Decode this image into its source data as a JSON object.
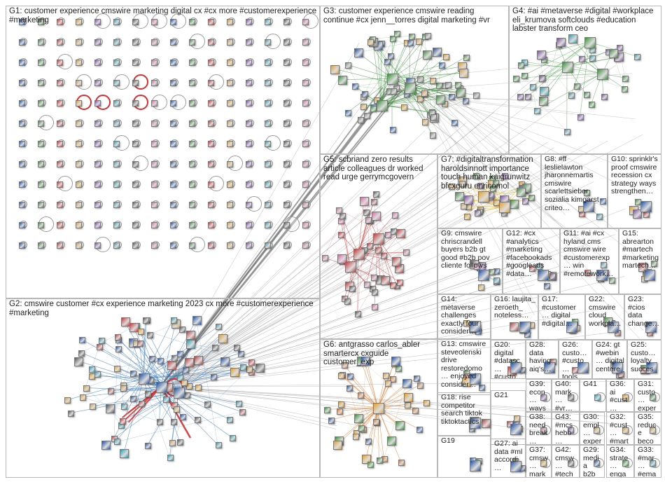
{
  "groups": [
    {
      "id": "G1",
      "label": "G1: customer experience cmswire marketing digital cx #cx more #customerexperience #marketing"
    },
    {
      "id": "G2",
      "label": "G2: cmswire customer #cx experience marketing 2023 cx more #customerexperience #marketing"
    },
    {
      "id": "G3",
      "label": "G3: customer experience cmswire reading continue #cx jenn__torres digital marketing #vr"
    },
    {
      "id": "G4",
      "label": "G4: #ai #metaverse #digital #workplace eli_krumova softclouds #education labster transform ceo"
    },
    {
      "id": "G5",
      "label": "G5: scbriand zero results article colleagues dr worked read urge gerrymcgovern"
    },
    {
      "id": "G6",
      "label": "G6: antgrasso carlos_abler smartercx cxguide customer_exp"
    },
    {
      "id": "G7",
      "label": "G7: #digitaltransformation haroldsinnott importance touch human kaigrunwitz bfcxguru enricomol"
    },
    {
      "id": "G8",
      "label": "G8: #ff leslielawton jharonnemartis cmswire scarlettsieber sozialia kimgarst criteo…"
    },
    {
      "id": "G9",
      "label": "G9: cmswire chriscrandell buyers b2b gt good #b2b pov cliente follows"
    },
    {
      "id": "G10",
      "label": "G10: sprinklr's proof cmswire recession cx strategy ways strengthen…"
    },
    {
      "id": "G11",
      "label": "G11: #ai #cx hyland cms cmswire wire #customerexp… win #remotework…"
    },
    {
      "id": "G12",
      "label": "G12: #cx #analytics #marketing #facebookads #googleads #data…"
    },
    {
      "id": "G13",
      "label": "G13: cmswire steveolenski drive restoredomo… enjoyed consider…"
    },
    {
      "id": "G14",
      "label": "G14: metaverse challenges exactly four consider…"
    },
    {
      "id": "G15",
      "label": "G15: abrearton #martech #marketing martech…"
    },
    {
      "id": "G16",
      "label": "G16: laujita_ zeroeth_ noteless…"
    },
    {
      "id": "G17",
      "label": "G17: #customer… digital #digital…"
    },
    {
      "id": "G18",
      "label": "G18: rise competitor search tiktok tiktoktactics"
    },
    {
      "id": "G19",
      "label": "G19"
    },
    {
      "id": "G20",
      "label": "G20: digital #datasc… #custo… drive…"
    },
    {
      "id": "G21",
      "label": "G21"
    },
    {
      "id": "G22",
      "label": "G22: cmswire cloud workpla…"
    },
    {
      "id": "G23",
      "label": "G23: #cios data change…"
    },
    {
      "id": "G24",
      "label": "G24: gt #webin… digital centere…"
    },
    {
      "id": "G25",
      "label": "G25: custo… loyalty succes…"
    },
    {
      "id": "G26",
      "label": "G26: custo… #custo… tools…"
    },
    {
      "id": "G27",
      "label": "G27: ai data #ml accordi…"
    },
    {
      "id": "G28",
      "label": "G28: data having aiq's…"
    },
    {
      "id": "G29",
      "label": "G29: media b2b…"
    },
    {
      "id": "G30",
      "label": "G30: empl… exper…"
    },
    {
      "id": "G31",
      "label": "G31: custo… exper…"
    },
    {
      "id": "G32",
      "label": "G32: #cust… #mart…"
    },
    {
      "id": "G33",
      "label": "G33: #mar… #ema…"
    },
    {
      "id": "G34",
      "label": "G34: strate… enga…"
    },
    {
      "id": "G35",
      "label": "G35: reduce beco…"
    },
    {
      "id": "G36",
      "label": "G36: ai #cust… #cust…"
    },
    {
      "id": "G37",
      "label": "G37: cmsw… mark…"
    },
    {
      "id": "G38",
      "label": "G38: need break…"
    },
    {
      "id": "G39",
      "label": "G39: econ… ways…"
    },
    {
      "id": "G40",
      "label": "G40: mark… #vr…"
    },
    {
      "id": "G41",
      "label": "G41"
    },
    {
      "id": "G42",
      "label": "G42: cmsw… #tech…"
    },
    {
      "id": "G43",
      "label": "G43: #mcs hebb…"
    }
  ],
  "colors": {
    "border": "#b8b8b8",
    "edge": "#8c8c8c",
    "edge_red": "#d23232",
    "g2_edge": "#2f6fb0",
    "g3_edge": "#3c8c3c",
    "g5_edge": "#c43c3c",
    "g6_edge": "#d2782d",
    "g7_edge": "#e0b030",
    "node_palette": [
      "#1f4e9c",
      "#3a8f3a",
      "#c23b3b",
      "#e0a030",
      "#7a4fa0",
      "#2c9cb0",
      "#555555",
      "#d86aa0"
    ]
  }
}
